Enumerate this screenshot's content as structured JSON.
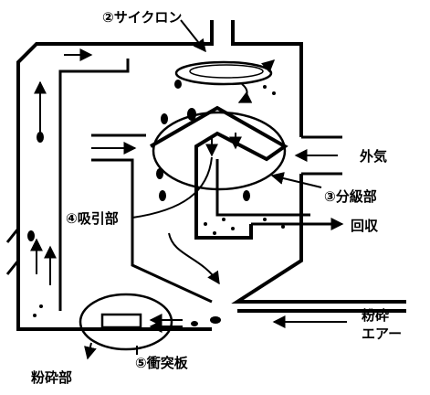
{
  "labels": {
    "cyclone": "②サイクロン",
    "classifier": "③分級部",
    "suction": "④吸引部",
    "impact_plate": "⑤衝突板",
    "grinding": "粉砕部",
    "outside_air": "外気",
    "recovery": "回収",
    "grinding_air_line1": "粉砕",
    "grinding_air_line2": "エアー"
  },
  "colors": {
    "ink": "#000000",
    "background": "#ffffff"
  }
}
